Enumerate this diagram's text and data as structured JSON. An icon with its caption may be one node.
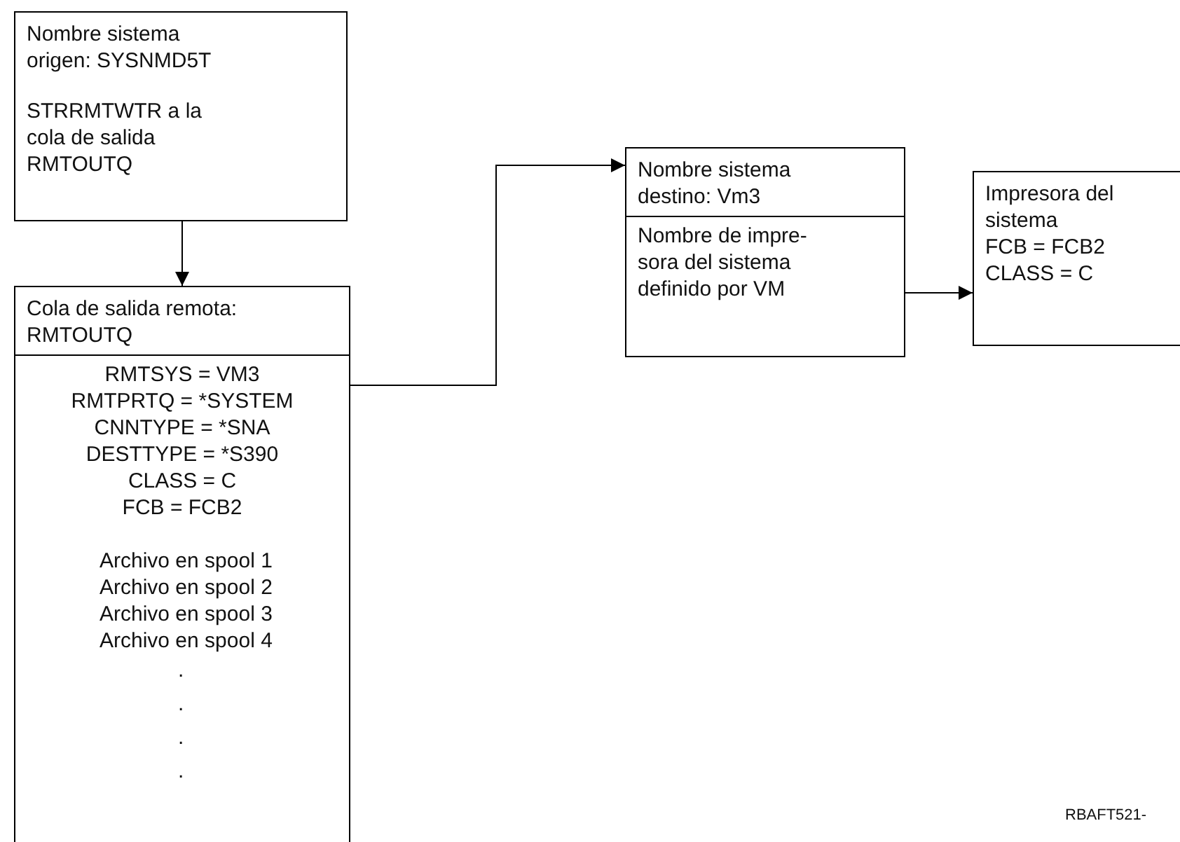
{
  "diagram": {
    "nodes": [
      {
        "text": [
          "Nombre sistema origen: SYSNMD5T",
          "STRRMTWTR a la cola de salida RMTOUTQ"
        ]
      },
      {
        "text": [
          "Cola de salida remota: RMTOUTQ",
          "RMTSYS = VM3",
          "RMTPRTQ = *SYSTEM",
          "CNNTYPE = *SNA",
          "DESTTYPE = *S390",
          "CLASS = C",
          "FCB = FCB2",
          "Archivo en spool 1",
          "Archivo en spool 2",
          "Archivo en spool 3",
          "Archivo en spool 4",
          ".",
          ".",
          ".",
          "."
        ]
      },
      {
        "text": [
          "Nombre sistema destino: Vm3",
          "Nombre de impre-sora del sistema definido por VM"
        ]
      },
      {
        "text": [
          "Impresora del sistema",
          "FCB = FCB2",
          "CLASS = C"
        ]
      }
    ],
    "edges": [
      {
        "from": 0,
        "to": 1,
        "arrow": "to"
      },
      {
        "from": 1,
        "to": 2,
        "arrow": "to"
      },
      {
        "from": 2,
        "to": 3,
        "arrow": "to"
      }
    ],
    "labels": [
      "RBAFT521-"
    ]
  }
}
